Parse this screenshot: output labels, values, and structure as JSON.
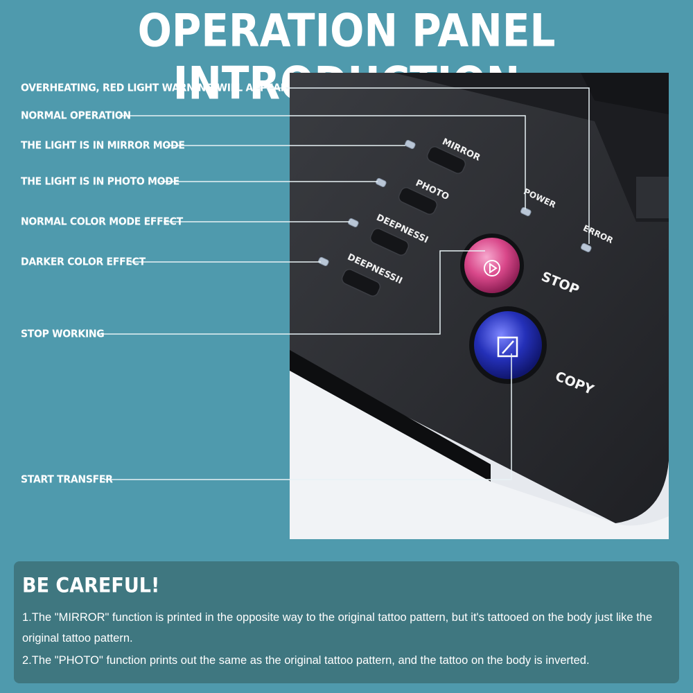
{
  "header": {
    "title": "OPERATION PANEL INTRODUCTION"
  },
  "callouts": [
    {
      "id": "overheating",
      "text": "OVERHEATING, RED LIGHT WARNING WILL APPEAR"
    },
    {
      "id": "normal",
      "text": "NORMAL OPERATION"
    },
    {
      "id": "mirror",
      "text": "THE LIGHT IS IN MIRROR MODE"
    },
    {
      "id": "photo",
      "text": "THE LIGHT IS IN PHOTO MODE"
    },
    {
      "id": "normal-color",
      "text": "NORMAL COLOR MODE EFFECT"
    },
    {
      "id": "darker",
      "text": "DARKER COLOR EFFECT"
    },
    {
      "id": "stop",
      "text": "STOP WORKING"
    },
    {
      "id": "start",
      "text": "START TRANSFER"
    }
  ],
  "panel": {
    "mirror_label": "MIRROR",
    "photo_label": "PHOTO",
    "deepness1_label": "DEEPNESSI",
    "deepness2_label": "DEEPNESSII",
    "power_label": "POWER",
    "error_label": "ERROR",
    "stop_label": "STOP",
    "copy_label": "COPY"
  },
  "note": {
    "title": "BE CAREFUL!",
    "line1": "1.The \"MIRROR\" function is printed in the opposite way to the original tattoo pattern, but it's tattooed on the body just like the original tattoo pattern.",
    "line2": "2.The \"PHOTO\" function prints out the same as the original tattoo pattern, and the tattoo on the body is inverted."
  },
  "colors": {
    "background": "#4f9aad",
    "device": "#2b2d31",
    "stop_button": "#d9488a",
    "copy_button": "#2430b8",
    "note_box": "#3f7780"
  }
}
